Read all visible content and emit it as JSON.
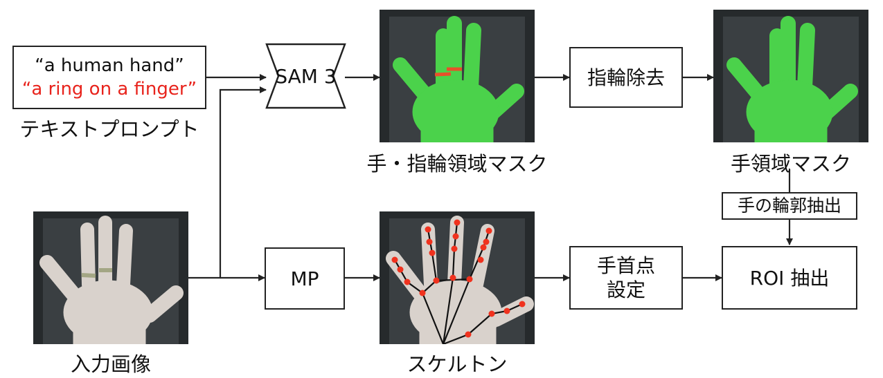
{
  "prompt": {
    "line1": "“a human hand”",
    "line2": "“a ring on a finger”",
    "caption": "テキストプロンプト"
  },
  "nodes": {
    "sam": "SAM 3",
    "ring_removal": "指輪除去",
    "mp": "MP",
    "wrist_line1": "手首点",
    "wrist_line2": "設定",
    "contour": "手の輪郭抽出",
    "roi": "ROI 抽出"
  },
  "captions": {
    "input": "入力画像",
    "hand_ring_mask": "手・指輪領域マスク",
    "hand_mask": "手領域マスク",
    "skeleton": "スケルトン"
  },
  "colors": {
    "mask_green": "#4bd24b",
    "ring_red": "#e8502a",
    "keypoint_red": "#f0321e",
    "photo_frame": "#262a2c"
  }
}
